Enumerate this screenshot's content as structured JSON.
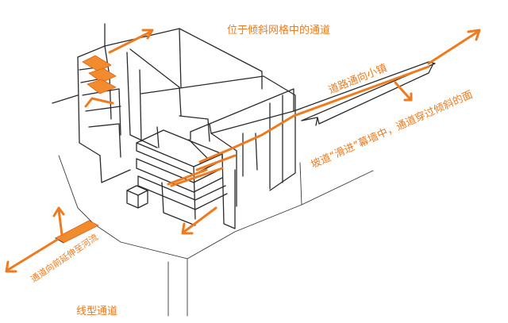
{
  "colors": {
    "accent": "#f07a1e",
    "ink": "#2a2a2a",
    "background": "#ffffff"
  },
  "labels": {
    "grid_passage": "位于倾斜网格中的通道",
    "road_to_town": "道路通向小镇",
    "ramp_through": "坡道“滑进”幕墙中，通道穿过倾斜的面",
    "extends_to_river": "通道向前延伸至河流",
    "linear_passage": "线型通道"
  }
}
